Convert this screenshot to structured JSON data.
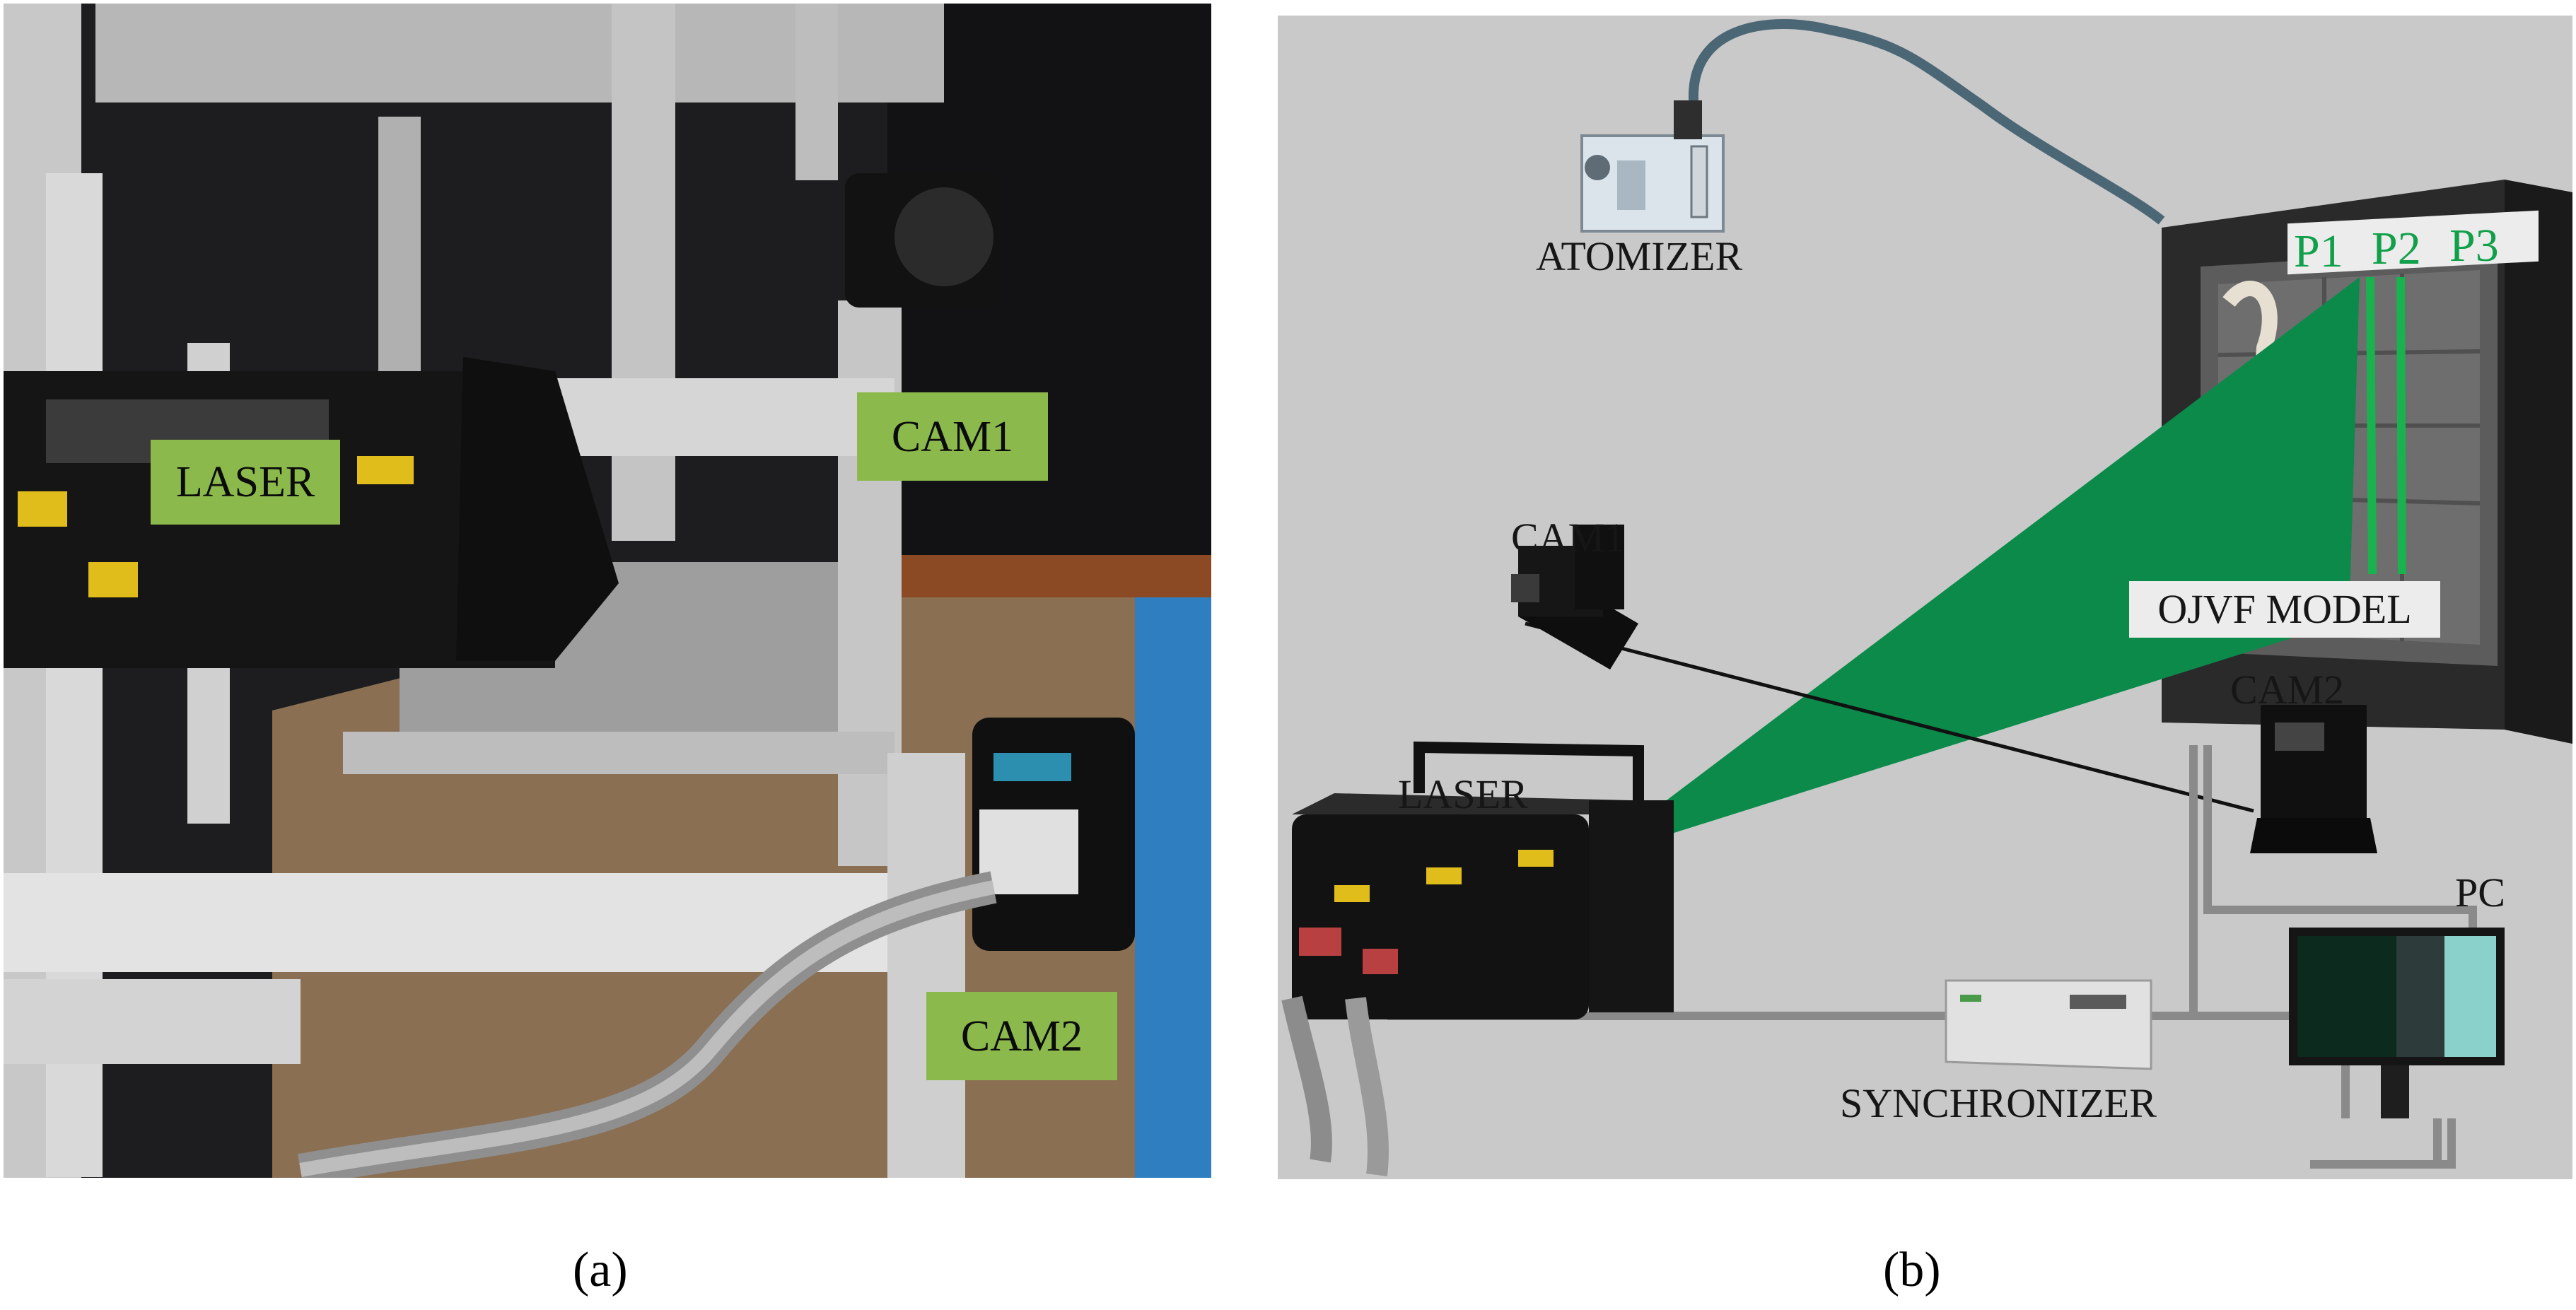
{
  "panel_a": {
    "caption": "(a)",
    "tags": {
      "laser": "LASER",
      "cam1": "CAM1",
      "cam2": "CAM2"
    }
  },
  "panel_b": {
    "caption": "(b)",
    "labels": {
      "atomizer": "ATOMIZER",
      "cam1": "CAM1",
      "cam2": "CAM2",
      "laser": "LASER",
      "ojvf_model": "OJVF MODEL",
      "pc": "PC",
      "synchronizer": "SYNCHRONIZER"
    },
    "probes": [
      "P1",
      "P2",
      "P3"
    ],
    "colors": {
      "laser_sheet": "#0b8a4a",
      "probe_lines": "#19b24f",
      "background": "#c9c9c9"
    }
  },
  "colors": {
    "tag_background": "#8cb94c"
  }
}
